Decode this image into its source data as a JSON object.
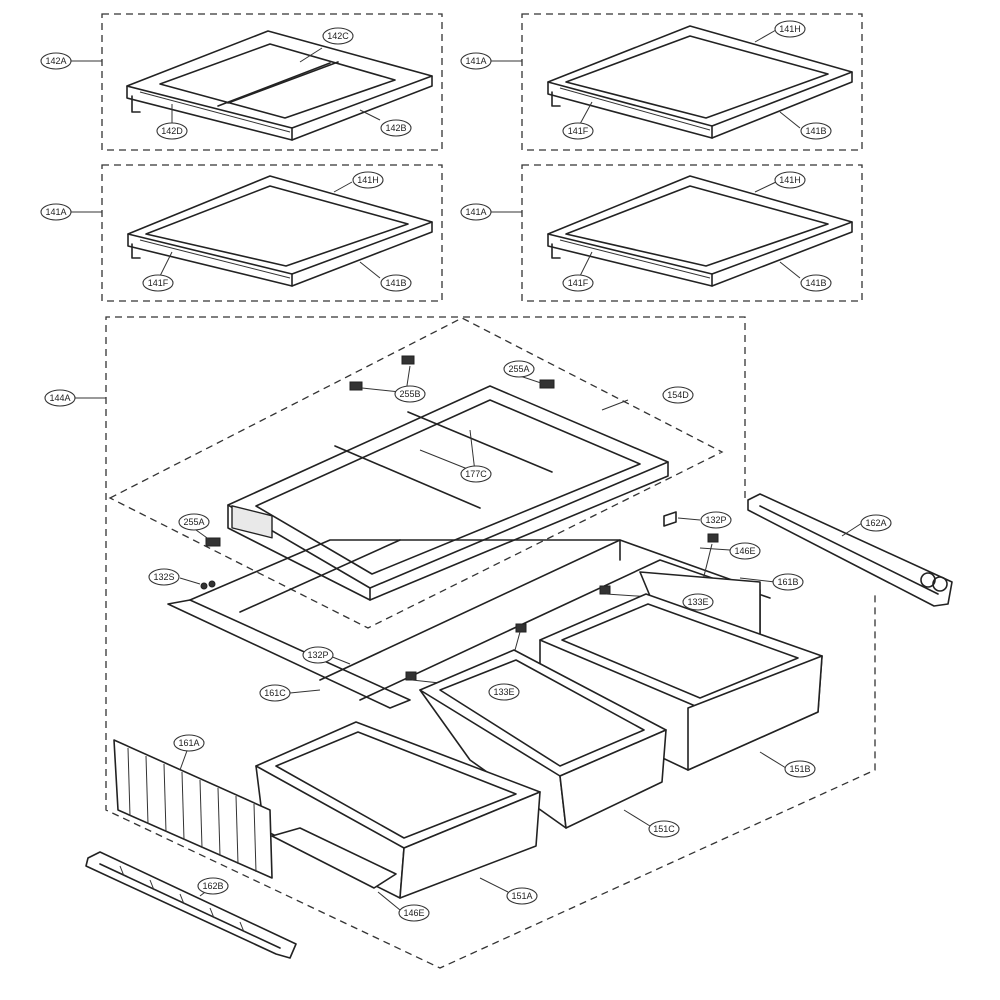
{
  "callouts": {
    "c142A": "142A",
    "c142C": "142C",
    "c142D": "142D",
    "c142B": "142B",
    "c141A_1": "141A",
    "c141H_1": "141H",
    "c141F_1": "141F",
    "c141B_1": "141B",
    "c141A_2": "141A",
    "c141H_2": "141H",
    "c141F_2": "141F",
    "c141B_2": "141B",
    "c141A_3": "141A",
    "c141H_3": "141H",
    "c141F_3": "141F",
    "c141B_3": "141B",
    "c144A": "144A",
    "c255B": "255B",
    "c255A_1": "255A",
    "c154D": "154D",
    "c177C": "177C",
    "c132P_1": "132P",
    "c255A_2": "255A",
    "c132S": "132S",
    "c146E_1": "146E",
    "c161B": "161B",
    "c133E_1": "133E",
    "c132P_2": "132P",
    "c161C": "161C",
    "c133E_2": "133E",
    "c161A": "161A",
    "c151B": "151B",
    "c151C": "151C",
    "c151A": "151A",
    "c146E_2": "146E",
    "c162A": "162A",
    "c162B": "162B"
  }
}
